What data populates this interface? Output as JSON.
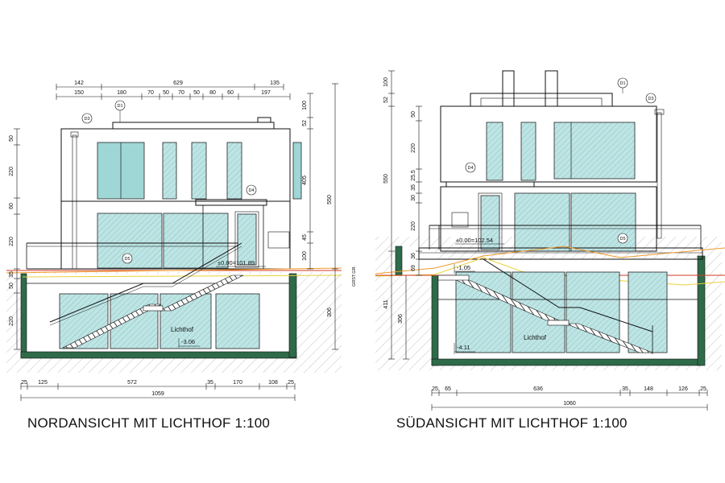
{
  "north": {
    "caption": "NORDANSICHT MIT LICHTHOF 1:100",
    "dims_top1": [
      "142",
      "629",
      "135"
    ],
    "dims_top2": [
      "150",
      "180",
      "70",
      "50",
      "70",
      "50",
      "80",
      "60",
      "197"
    ],
    "dims_left": [
      "50",
      "220",
      "60",
      "220",
      "35",
      "50",
      "220"
    ],
    "dims_right1": [
      "100",
      "52",
      "405",
      "45",
      "100"
    ],
    "dims_right2": [
      "550",
      "306"
    ],
    "dims_bottom1": [
      "25",
      "125",
      "572",
      "35",
      "170",
      "108",
      "25"
    ],
    "dims_bottom2": "1059",
    "tags": [
      "D1",
      "D3",
      "D4",
      "D5"
    ],
    "level_upper": "±0.00=101.89",
    "level_lower": "-3.06",
    "room": "Lichthof",
    "ground_label": "GRST.GR."
  },
  "south": {
    "caption": "SÜDANSICHT MIT LICHTHOF 1:100",
    "dims_left": [
      "100",
      "52",
      "550",
      "50",
      "220",
      "25.5",
      "35",
      "30",
      "220",
      "36",
      "69",
      "411",
      "306"
    ],
    "dims_bottom1": [
      "25",
      "65",
      "636",
      "35",
      "148",
      "126",
      "25"
    ],
    "dims_bottom2": "1060",
    "tags": [
      "D1",
      "D3",
      "D4",
      "D5"
    ],
    "level_upper": "±0.00=102.54",
    "level_mid": "-1.05",
    "level_lower": "-4.11",
    "room": "Lichthof"
  }
}
